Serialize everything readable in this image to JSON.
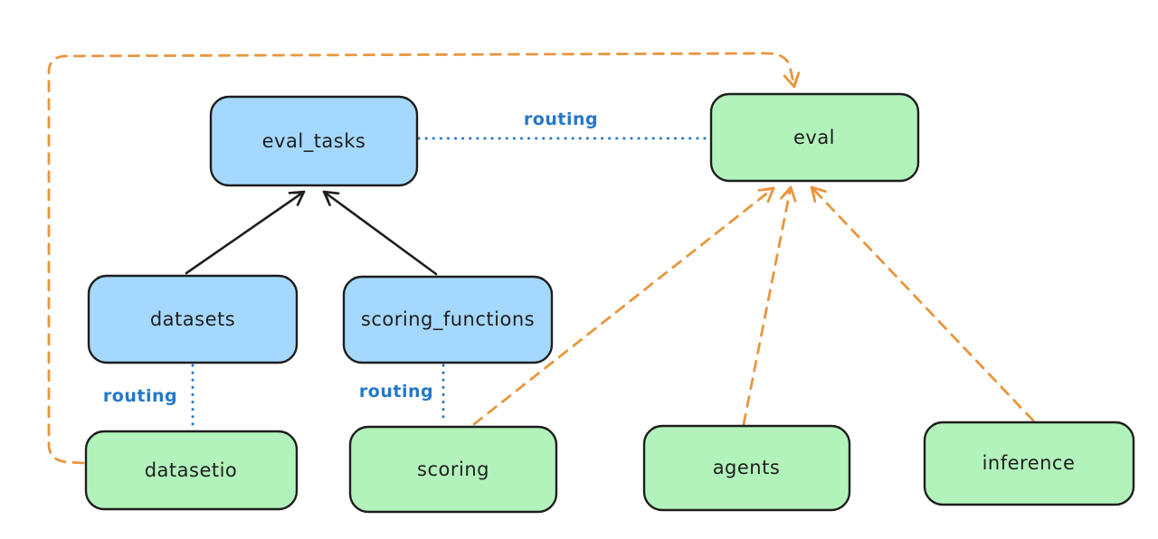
{
  "diagram": {
    "type": "architecture-graph",
    "nodes": {
      "eval_tasks": {
        "label": "eval_tasks",
        "fill": "#a5d8ff"
      },
      "eval": {
        "label": "eval",
        "fill": "#b2f2bb"
      },
      "datasets": {
        "label": "datasets",
        "fill": "#a5d8ff"
      },
      "scoring_functions": {
        "label": "scoring_functions",
        "fill": "#a5d8ff"
      },
      "datasetio": {
        "label": "datasetio",
        "fill": "#b2f2bb"
      },
      "scoring": {
        "label": "scoring",
        "fill": "#b2f2bb"
      },
      "agents": {
        "label": "agents",
        "fill": "#b2f2bb"
      },
      "inference": {
        "label": "inference",
        "fill": "#b2f2bb"
      }
    },
    "edges": [
      {
        "from": "datasets",
        "to": "eval_tasks",
        "style": "solid",
        "color": "#1e1e1e",
        "label": ""
      },
      {
        "from": "scoring_functions",
        "to": "eval_tasks",
        "style": "solid",
        "color": "#1e1e1e",
        "label": ""
      },
      {
        "from": "eval_tasks",
        "to": "eval",
        "style": "dotted",
        "color": "#2478c8",
        "label": "routing"
      },
      {
        "from": "datasets",
        "to": "datasetio",
        "style": "dotted",
        "color": "#2478c8",
        "label": "routing"
      },
      {
        "from": "scoring_functions",
        "to": "scoring",
        "style": "dotted",
        "color": "#2478c8",
        "label": "routing"
      },
      {
        "from": "datasetio",
        "to": "eval",
        "style": "dashed",
        "color": "#e8963e",
        "label": ""
      },
      {
        "from": "scoring",
        "to": "eval",
        "style": "dashed",
        "color": "#e8963e",
        "label": ""
      },
      {
        "from": "agents",
        "to": "eval",
        "style": "dashed",
        "color": "#e8963e",
        "label": ""
      },
      {
        "from": "inference",
        "to": "eval",
        "style": "dashed",
        "color": "#e8963e",
        "label": ""
      }
    ],
    "colors": {
      "background": "#ffffff",
      "node_blue": "#a5d8ff",
      "node_green": "#b2f2bb",
      "border": "#1e1e1e",
      "edge_black": "#1e1e1e",
      "routing_blue": "#2478c8",
      "dashed_orange": "#e8963e"
    }
  }
}
